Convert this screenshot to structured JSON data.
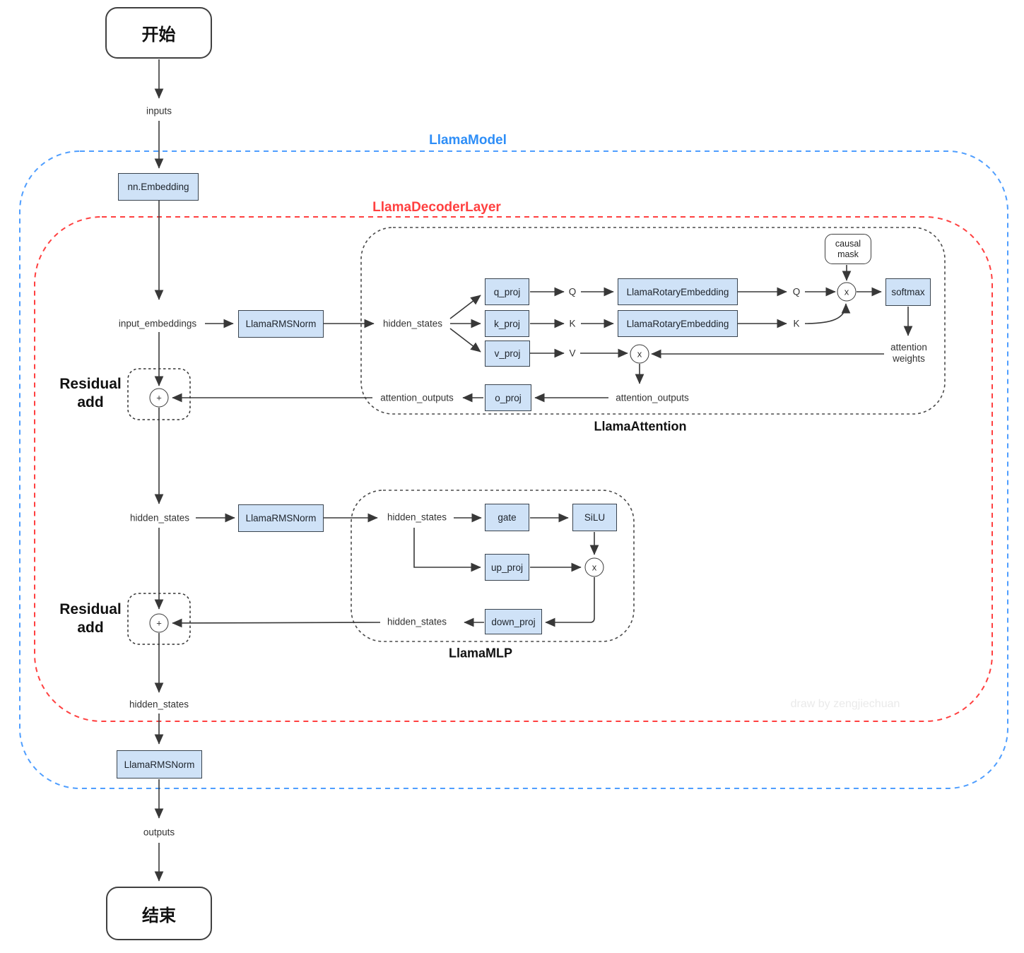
{
  "colors": {
    "node_fill": "#cfe2f7",
    "node_border": "#39434e",
    "model_blue": "#2e8ef7",
    "decoder_red": "#ff4040",
    "arrow_line": "#383838",
    "watermark_gray": "#eaeaea"
  },
  "flow": {
    "start": "开始",
    "inputs": "inputs",
    "outputs": "outputs",
    "end": "结束",
    "plus": "+",
    "times": "x",
    "watermark": "draw by zengjiechuan"
  },
  "model": {
    "label": "LlamaModel",
    "embedding": "nn.Embedding",
    "final_norm": "LlamaRMSNorm",
    "hidden_states": "hidden_states"
  },
  "decoder": {
    "label": "LlamaDecoderLayer",
    "input_embeddings": "input_embeddings",
    "attn_norm": "LlamaRMSNorm",
    "mlp_norm": "LlamaRMSNorm",
    "hidden_states": "hidden_states",
    "residual": {
      "line1": "Residual",
      "line2": "add"
    }
  },
  "attention": {
    "label": "LlamaAttention",
    "hidden_states": "hidden_states",
    "q_proj": "q_proj",
    "k_proj": "k_proj",
    "v_proj": "v_proj",
    "q": "Q",
    "k": "K",
    "v": "V",
    "rotary": "LlamaRotaryEmbedding",
    "causal_mask": {
      "line1": "causal",
      "line2": "mask"
    },
    "softmax": "softmax",
    "attention_weights": {
      "line1": "attention",
      "line2": "weights"
    },
    "attention_outputs": "attention_outputs",
    "o_proj": "o_proj"
  },
  "mlp": {
    "label": "LlamaMLP",
    "hidden_states_in": "hidden_states",
    "gate": "gate",
    "silu": "SiLU",
    "up_proj": "up_proj",
    "down_proj": "down_proj",
    "hidden_states_out": "hidden_states"
  }
}
